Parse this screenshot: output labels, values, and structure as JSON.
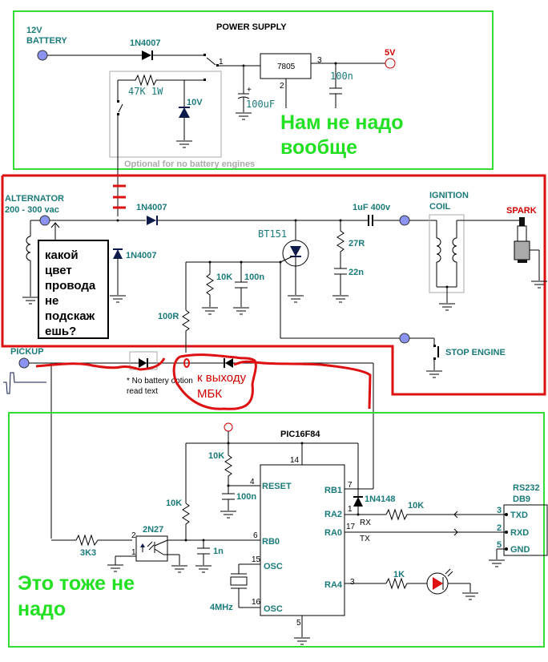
{
  "power_supply": {
    "title": "POWER SUPPLY",
    "battery_label_1": "12V",
    "battery_label_2": "BATTERY",
    "diode": "1N4007",
    "switch_pin": "1",
    "regulator": "7805",
    "reg_pin_out": "3",
    "reg_pin_gnd": "2",
    "out_label": "5V",
    "cap_in": "100uF",
    "cap_plus": "+",
    "cap_out": "100n",
    "resistor": "47K 1W",
    "zener": "10V",
    "optional_note": "Optional for no battery engines",
    "annotation": [
      "Нам не надо",
      "вообще"
    ]
  },
  "ignition": {
    "alt_label_1": "ALTERNATOR",
    "alt_label_2": "200 - 300 vac",
    "diode_series": "1N4007",
    "diode_shunt": "1N4007",
    "scr": "BT151",
    "r_snubber": "27R",
    "c_snubber": "22n",
    "cap_main": "1uF 400v",
    "coil_1": "IGNITION",
    "coil_2": "COIL",
    "spark": "SPARK",
    "r_gate_pd": "10K",
    "c_gate": "100n",
    "r_gate": "100R",
    "stop": "STOP ENGINE",
    "question_box": [
      "какой",
      "цвет",
      "провода",
      "не",
      "подскаж",
      "ешь?"
    ]
  },
  "pickup": {
    "label": "PICKUP",
    "note_1": "* No battery option",
    "note_2": "read text",
    "red_note_1": "к выходу",
    "red_note_2": "МБК",
    "red_mark": "0"
  },
  "controller": {
    "chip": "PIC16F84",
    "pins": {
      "vdd": "14",
      "reset": "4",
      "rb0": "6",
      "osc1": "15",
      "osc2": "16",
      "rb1": "7",
      "ra2": "1",
      "ra0": "17",
      "ra4": "3",
      "vss": "5"
    },
    "pin_names": {
      "reset": "RESET",
      "rb0": "RB0",
      "osc1": "OSC",
      "osc2": "OSC",
      "rb1": "RB1",
      "ra2": "RA2",
      "ra0": "RA0",
      "ra4": "RA4"
    },
    "r_reset": "10K",
    "c_reset": "100n",
    "r_pullup": "10K",
    "opto": "2N27",
    "opto_pin_2": "2",
    "opto_pin_1": "1",
    "r_input": "3K3",
    "c_input": "1n",
    "crystal": "4MHz",
    "diode_rb1": "1N4148",
    "r_rx": "10K",
    "rx": "RX",
    "tx": "TX",
    "r_led": "1K",
    "conn_1": "RS232",
    "conn_2": "DB9",
    "conn_pins": [
      {
        "num": "3",
        "name": "TXD"
      },
      {
        "num": "2",
        "name": "RXD"
      },
      {
        "num": "5",
        "name": "GND"
      }
    ],
    "annotation": [
      "Это тоже не",
      "надо"
    ]
  }
}
